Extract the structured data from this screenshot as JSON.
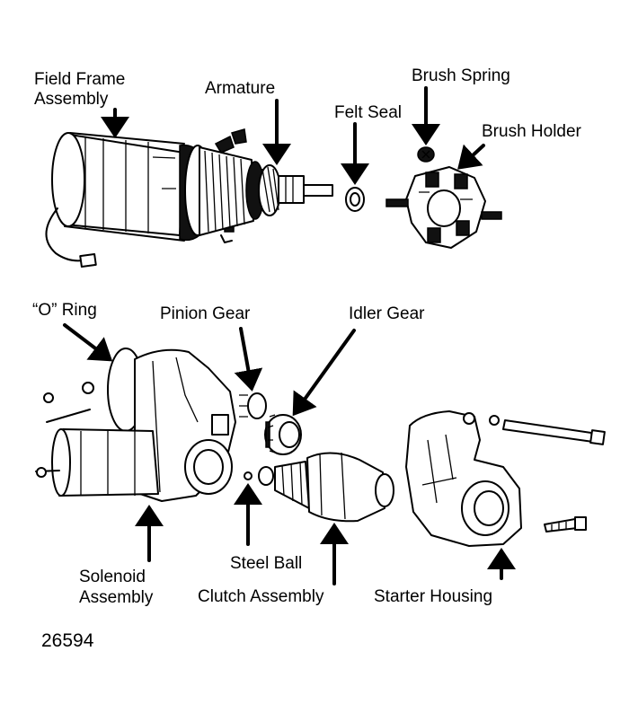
{
  "labels": {
    "field_frame_line1": "Field Frame",
    "field_frame_line2": "Assembly",
    "armature": "Armature",
    "felt_seal": "Felt Seal",
    "brush_spring": "Brush Spring",
    "brush_holder": "Brush Holder",
    "o_ring": "“O” Ring",
    "pinion_gear": "Pinion Gear",
    "idler_gear": "Idler Gear",
    "solenoid_line1": "Solenoid",
    "solenoid_line2": "Assembly",
    "steel_ball": "Steel Ball",
    "clutch_assembly": "Clutch Assembly",
    "starter_housing": "Starter Housing"
  },
  "figure_number": "26594"
}
